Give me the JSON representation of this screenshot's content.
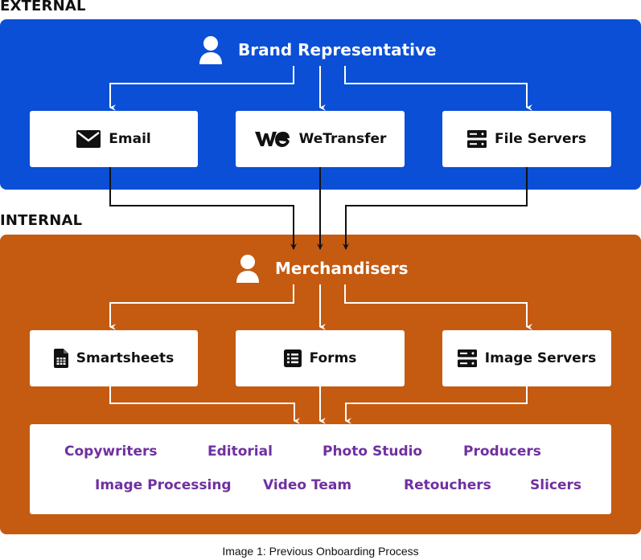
{
  "sections": {
    "external": "EXTERNAL",
    "internal": "INTERNAL"
  },
  "external": {
    "hub": {
      "label": "Brand Representative",
      "icon": "person-icon"
    },
    "channels": [
      {
        "label": "Email",
        "icon": "envelope-icon"
      },
      {
        "label": "WeTransfer",
        "icon": "wetransfer-logo-icon"
      },
      {
        "label": "File Servers",
        "icon": "server-icon"
      }
    ]
  },
  "internal": {
    "hub": {
      "label": "Merchandisers",
      "icon": "person-icon"
    },
    "tools": [
      {
        "label": "Smartsheets",
        "icon": "spreadsheet-file-icon"
      },
      {
        "label": "Forms",
        "icon": "list-form-icon"
      },
      {
        "label": "Image Servers",
        "icon": "server-icon"
      }
    ],
    "teams": [
      "Copywriters",
      "Editorial",
      "Photo Studio",
      "Producers",
      "Image Processing",
      "Video Team",
      "Retouchers",
      "Slicers"
    ]
  },
  "caption": "Image 1: Previous Onboarding Process",
  "colors": {
    "external_panel": "#0a4fd6",
    "internal_panel": "#c55a11",
    "team_text": "#7030a0",
    "box": "#ffffff"
  }
}
